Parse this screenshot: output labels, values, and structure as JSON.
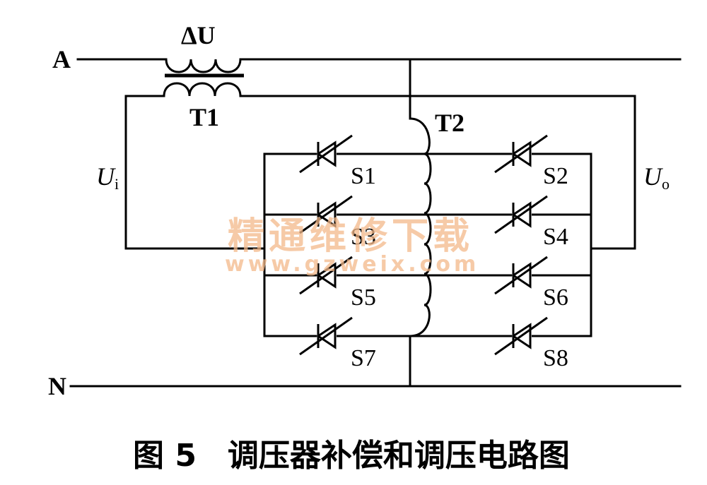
{
  "labels": {
    "phase": "A",
    "neutral": "N",
    "delta_u": "ΔU",
    "t1": "T1",
    "t2": "T2",
    "ui_main": "U",
    "ui_sub": "i",
    "uo_main": "U",
    "uo_sub": "o"
  },
  "switches": [
    "S1",
    "S2",
    "S3",
    "S4",
    "S5",
    "S6",
    "S7",
    "S8"
  ],
  "watermark": {
    "chinese": "精通维修下载",
    "url": "www.gzweix.com"
  },
  "caption": "图 5　调压器补偿和调压电路图"
}
